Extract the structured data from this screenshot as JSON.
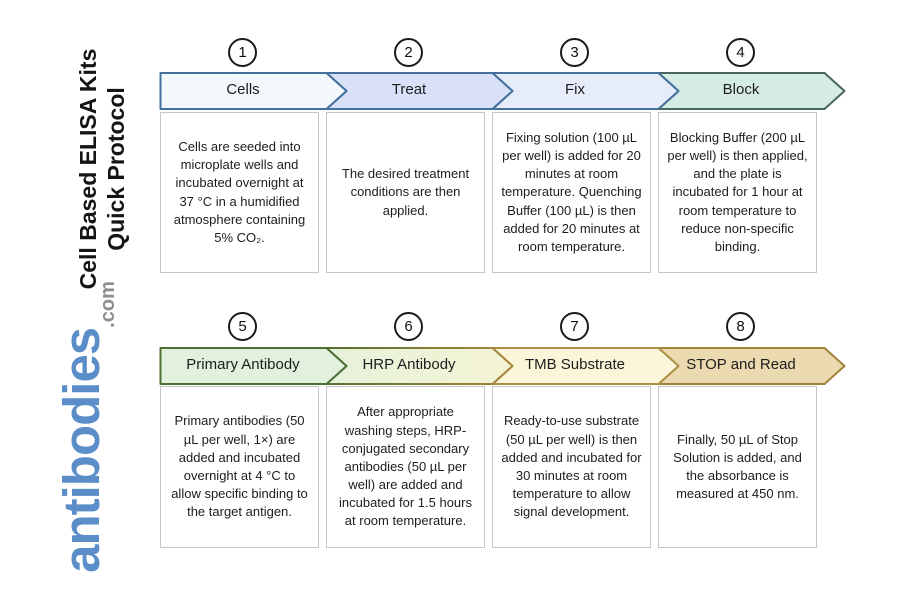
{
  "title": {
    "line1": "Cell Based ELISA Kits",
    "line2": "Quick Protocol"
  },
  "logo": {
    "name": "antibodies",
    "suffix": ".com",
    "name_color": "#5b8dc8",
    "suffix_color": "#8e8e8e"
  },
  "steps": [
    {
      "number": "1",
      "label": "Cells",
      "description": "Cells are seeded into microplate wells and incubated overnight at 37 °C in a humidified atmosphere containing 5% CO₂.",
      "arrow_fill": "#f3f8fc",
      "arrow_border": "#44709d"
    },
    {
      "number": "2",
      "label": "Treat",
      "description": "The desired treatment conditions are then applied.",
      "arrow_fill": "#d8e1f7",
      "arrow_border": "#44709d"
    },
    {
      "number": "3",
      "label": "Fix",
      "description": "Fixing solution (100 µL per well) is added for 20 minutes at room temperature. Quenching Buffer (100 µL) is then added for 20 minutes at room temperature.",
      "arrow_fill": "#e7ecfb",
      "arrow_border": "#44709d"
    },
    {
      "number": "4",
      "label": "Block",
      "description": "Blocking Buffer (200 µL per well) is then applied, and the plate is incubated for 1 hour at room temperature to reduce non-specific binding.",
      "arrow_fill": "#d5ece5",
      "arrow_border": "#49675f"
    },
    {
      "number": "5",
      "label": "Primary Antibody",
      "description": "Primary antibodies (50 µL per well, 1×) are added and incubated overnight at 4 °C to allow specific binding to the target antigen.",
      "arrow_fill": "#e1f1de",
      "arrow_border": "#4c7036"
    },
    {
      "number": "6",
      "label": "HRP Antibody",
      "description": "After appropriate washing steps, HRP-conjugated secondary antibodies (50 µL per well) are added and incubated for 1.5 hours at room temperature.",
      "arrow_fill": "#e6f2da",
      "arrow_fill2": "#f4f4d4",
      "arrow_border": "#55722f",
      "arrow_border2": "#a8873f"
    },
    {
      "number": "7",
      "label": "TMB Substrate",
      "description": "Ready-to-use substrate (50 µL per well) is then added and incubated for 30 minutes at room temperature to allow signal development.",
      "arrow_fill": "#fbf6d9",
      "arrow_border": "#ae8f45"
    },
    {
      "number": "8",
      "label": "STOP and Read",
      "description": "Finally, 50 µL of Stop Solution is added, and the absorbance is measured at 450 nm.",
      "arrow_fill": "#ebdab0",
      "arrow_border": "#a2813a"
    }
  ]
}
